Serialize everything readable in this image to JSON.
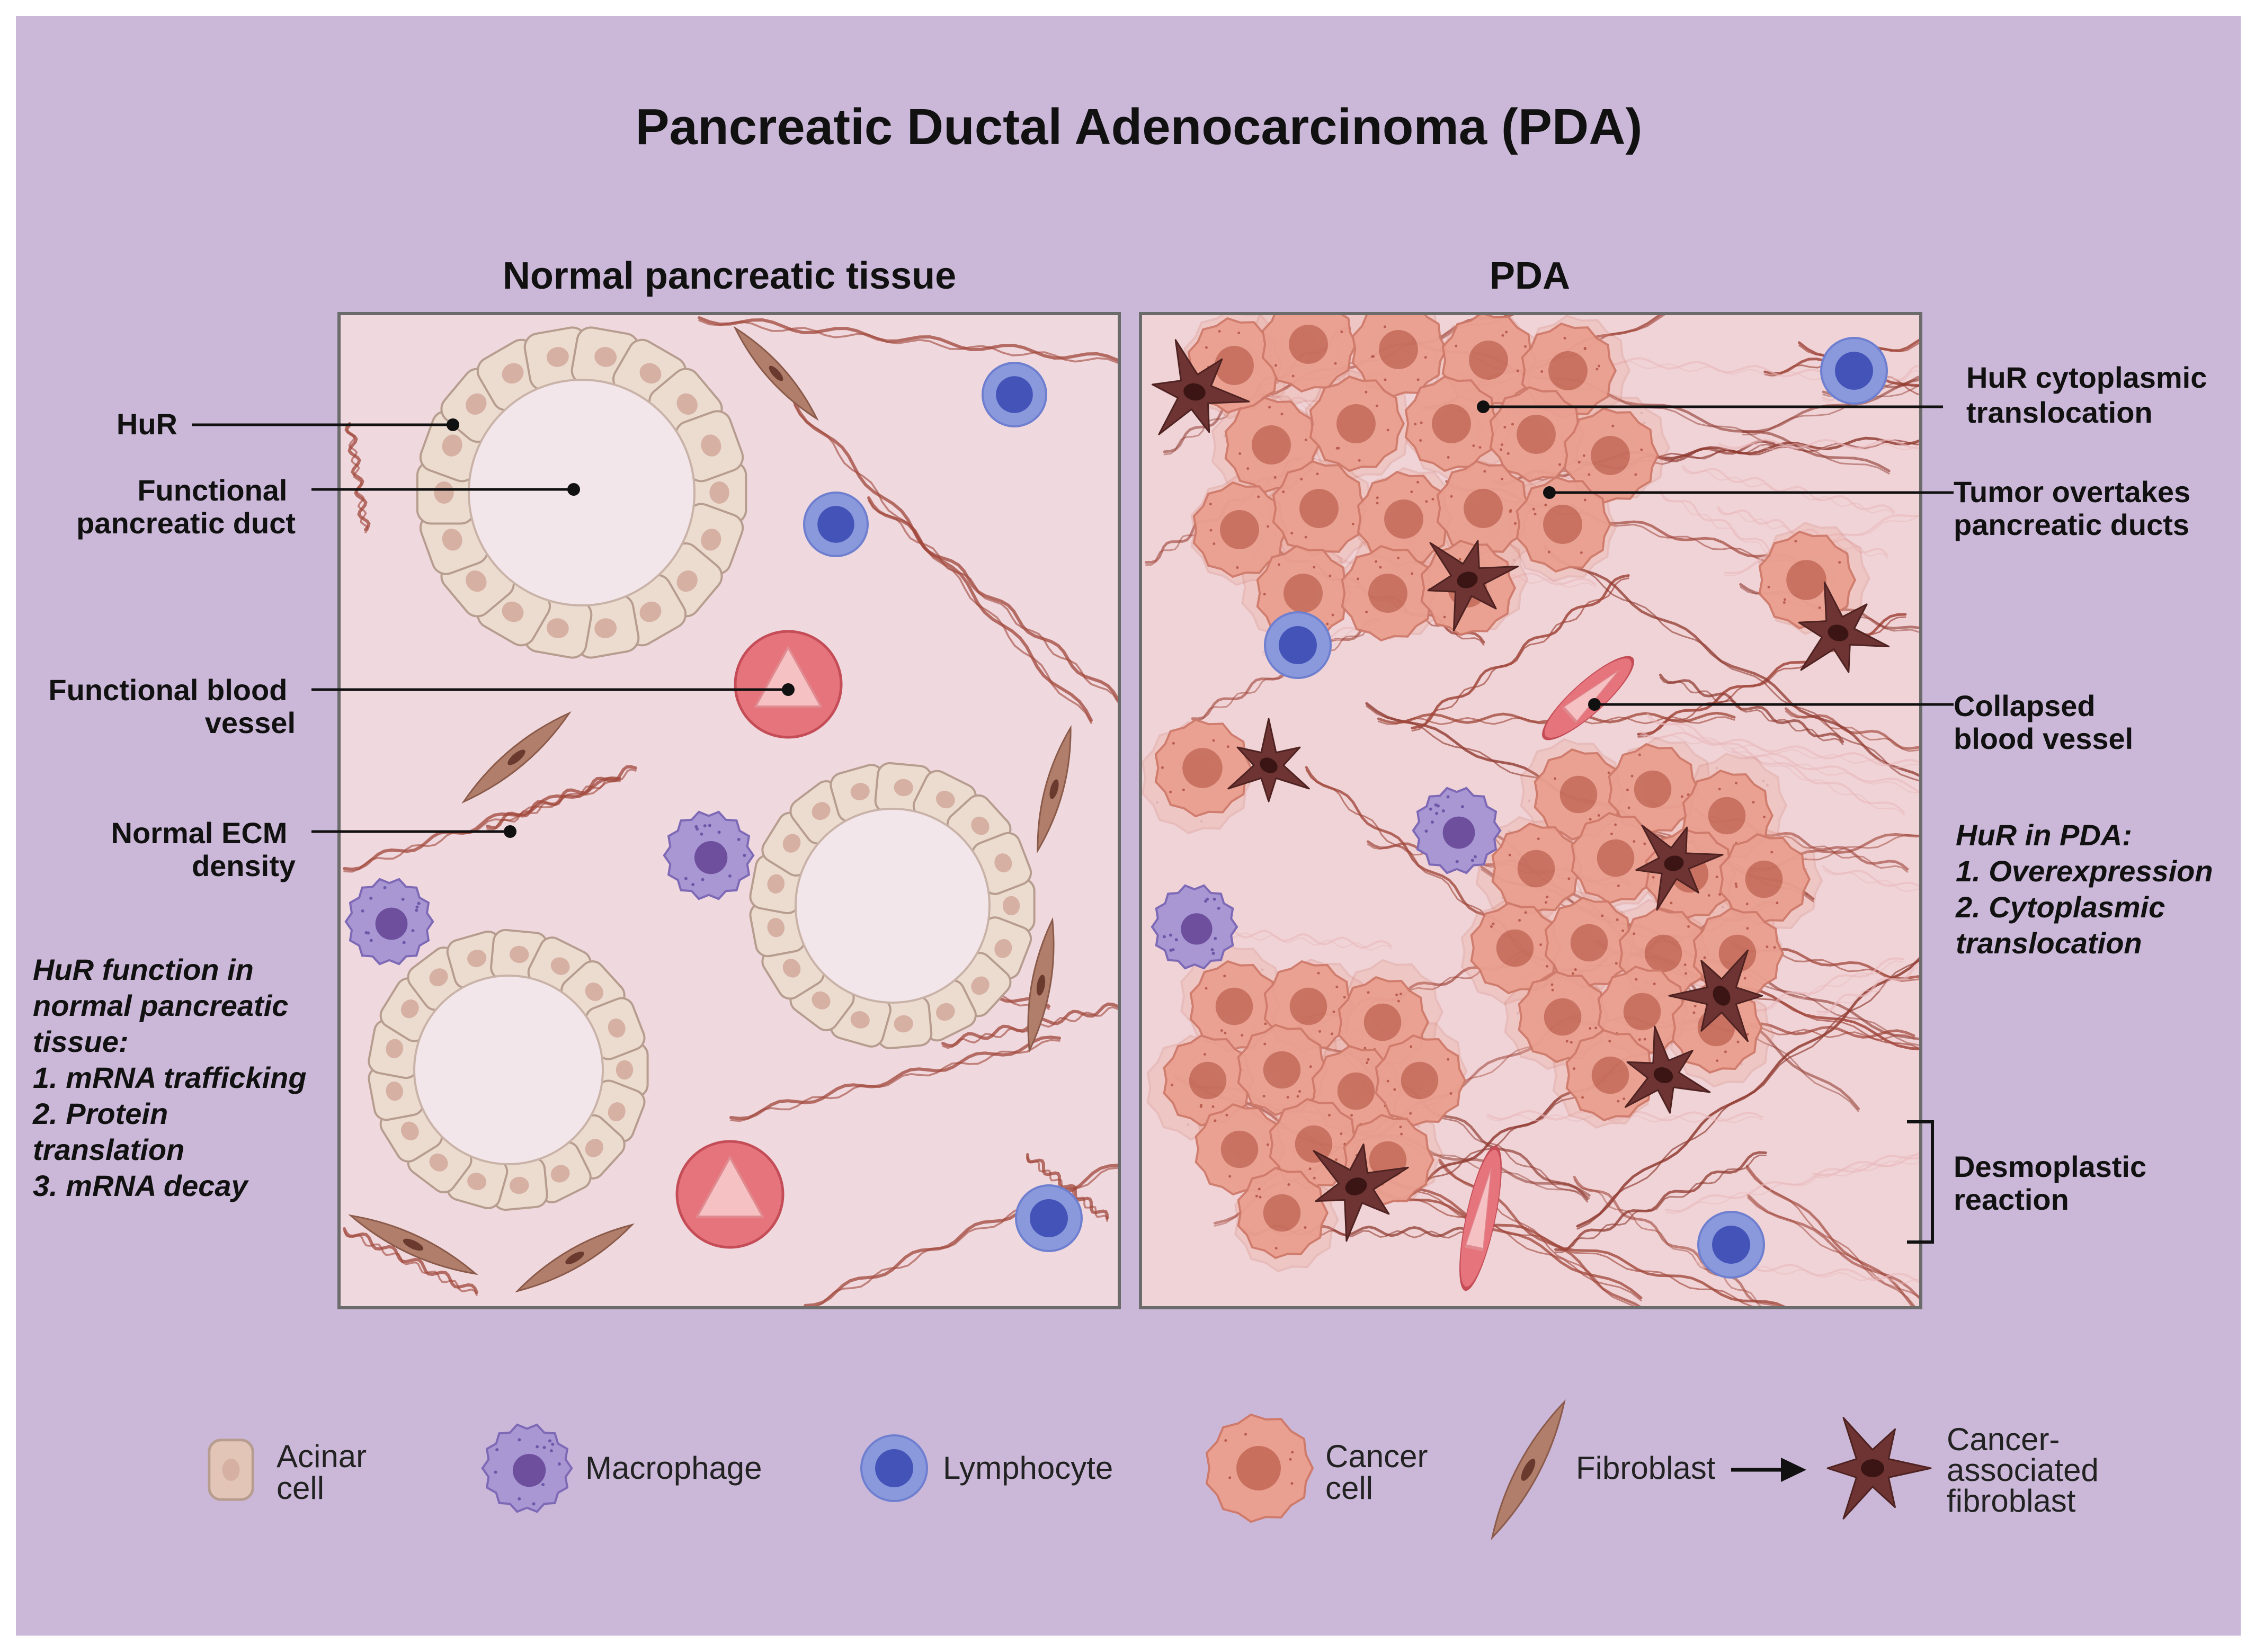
{
  "title": "Pancreatic Ductal Adenocarcinoma (PDA)",
  "normal_panel": {
    "heading": "Normal pancreatic tissue",
    "callouts": [
      {
        "lines": [
          "HuR"
        ]
      },
      {
        "lines": [
          "Functional",
          "pancreatic duct"
        ]
      },
      {
        "lines": [
          "Functional blood",
          "vessel"
        ]
      },
      {
        "lines": [
          "Normal ECM",
          "density"
        ]
      }
    ],
    "function_note": {
      "lines": [
        "HuR function in",
        "normal pancreatic",
        "tissue:",
        "",
        "1. mRNA trafficking",
        "2. Protein",
        "translation",
        "3. mRNA decay"
      ]
    }
  },
  "pda_panel": {
    "heading": "PDA",
    "callouts": [
      {
        "lines": [
          "HuR cytoplasmic",
          "translocation"
        ]
      },
      {
        "lines": [
          "Tumor overtakes",
          "pancreatic ducts"
        ]
      },
      {
        "lines": [
          "Collapsed",
          "blood vessel"
        ]
      },
      {
        "lines": [
          "Desmoplastic",
          "reaction"
        ]
      }
    ],
    "hur_note": {
      "lines": [
        "HuR in PDA:",
        "",
        "1. Overexpression",
        "2. Cytoplasmic",
        "translocation"
      ]
    }
  },
  "legend": {
    "items": [
      {
        "icon": "acinar-cell-icon",
        "lines": [
          "Acinar",
          "cell"
        ]
      },
      {
        "icon": "macrophage-icon",
        "lines": [
          "Macrophage"
        ]
      },
      {
        "icon": "lymphocyte-icon",
        "lines": [
          "Lymphocyte"
        ]
      },
      {
        "icon": "cancer-cell-icon",
        "lines": [
          "Cancer",
          "cell"
        ]
      },
      {
        "icon": "fibroblast-icon",
        "lines": [
          "Fibroblast"
        ]
      },
      {
        "icon": "cancer-associated-fibroblast-icon",
        "lines": [
          "Cancer-",
          "associated",
          "fibroblast"
        ]
      }
    ]
  },
  "colors": {
    "background": "#cbb8d8",
    "panel_fill": "#f0d9de",
    "panel_border": "#6b6b6b",
    "acinar": "#ecdcd0",
    "acinar_nucleus": "#d6b0a2",
    "duct_lumen": "#f3e6ea",
    "vessel": "#e6747c",
    "lymphocyte": "#6e7fd0",
    "macrophage": "#8f7bc2",
    "cancer_cell": "#eaa090",
    "cancer_nucleus": "#c86f5e",
    "fibroblast": "#b17e6c",
    "caf": "#6e3433",
    "ecm_fiber": "#a0463a"
  }
}
